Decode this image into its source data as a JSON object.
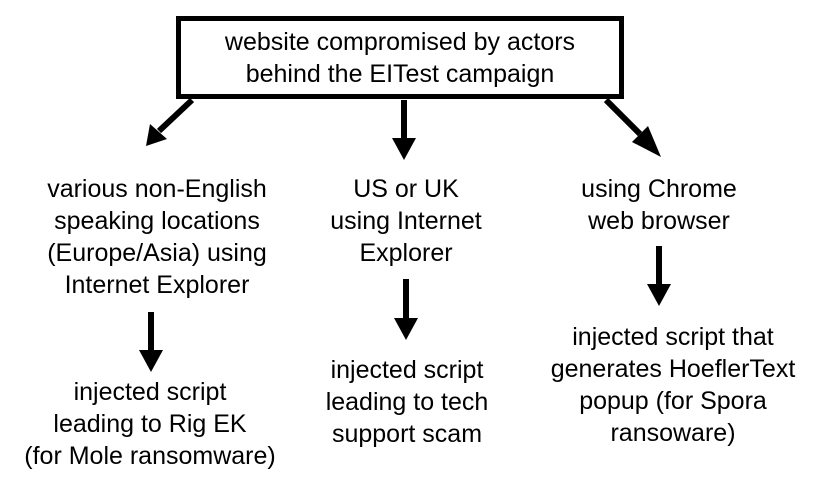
{
  "root": {
    "lines": [
      "website compromised by actors",
      "behind the EITest campaign"
    ]
  },
  "branches": [
    {
      "condition": [
        "various non-English",
        "speaking locations",
        "(Europe/Asia) using",
        "Internet Explorer"
      ],
      "result": [
        "injected script",
        "leading to Rig EK",
        "(for Mole ransomware)"
      ]
    },
    {
      "condition": [
        "US or UK",
        "using Internet",
        "Explorer"
      ],
      "result": [
        "injected script",
        "leading to tech",
        "support scam"
      ]
    },
    {
      "condition": [
        "using Chrome",
        "web browser"
      ],
      "result": [
        "injected script that",
        "generates HoeflerText",
        "popup (for Spora",
        "ransoware)"
      ]
    }
  ]
}
